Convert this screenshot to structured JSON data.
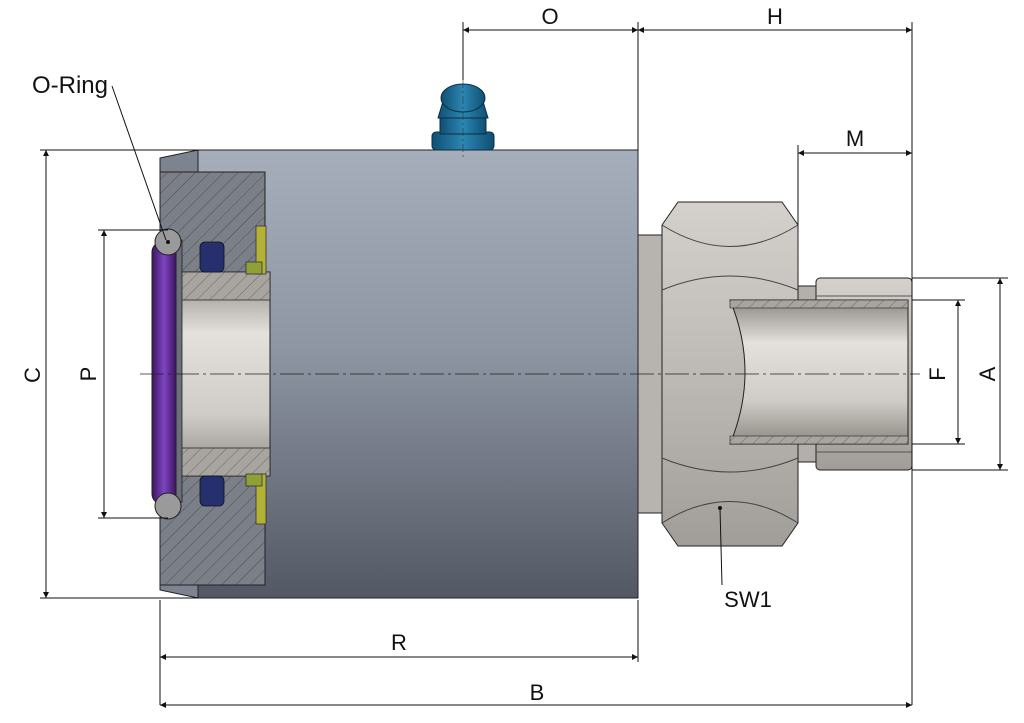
{
  "labels": {
    "o_ring": "O-Ring",
    "sw1": "SW1",
    "dim_o": "O",
    "dim_h": "H",
    "dim_m": "M",
    "dim_c": "C",
    "dim_p": "P",
    "dim_f": "F",
    "dim_a": "A",
    "dim_r": "R",
    "dim_b": "B"
  },
  "colors": {
    "body_top": "#a3aab8",
    "body_bottom": "#555b66",
    "nut": "#c9c6c2",
    "fitting": "#b8b5b1",
    "grease_nipple": "#1f6e96",
    "o_ring": "#5a2a8a",
    "seal": "#2a2f7a",
    "spring": "#b7b534"
  }
}
